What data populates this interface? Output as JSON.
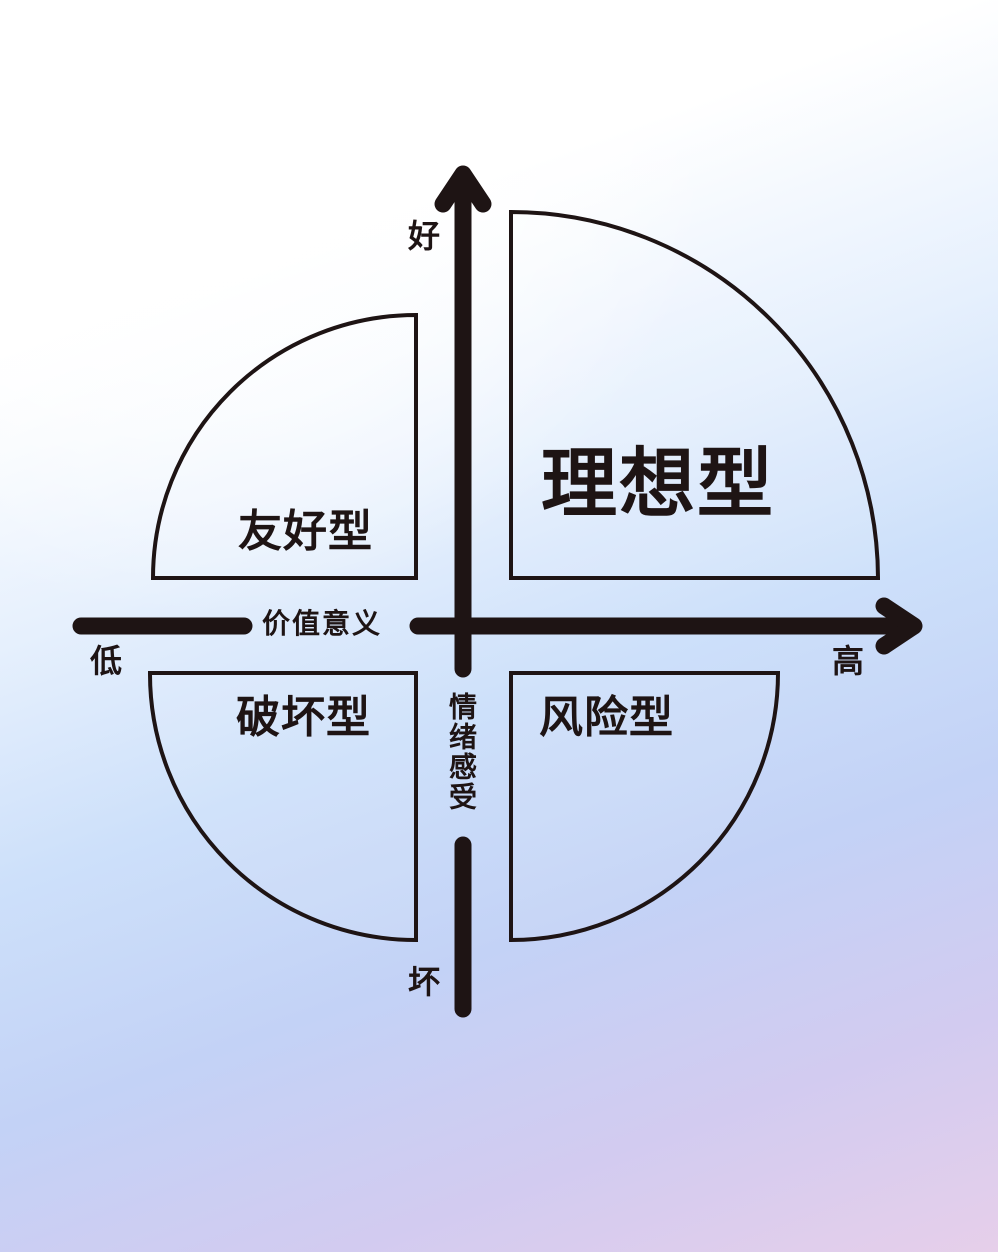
{
  "diagram": {
    "title": "",
    "colors": {
      "ink": "#1e1414",
      "bg_top": "#ffffff",
      "bg_mid": "#cde0fa",
      "bg_bottom_right": "#e6cfea"
    },
    "axes": {
      "horizontal": {
        "name": "价值意义",
        "low_label": "低",
        "high_label": "高"
      },
      "vertical": {
        "name": "情绪感受",
        "high_label": "好",
        "low_label": "坏"
      }
    },
    "quadrants": {
      "top_right": "理想型",
      "top_left": "友好型",
      "bottom_left": "破坏型",
      "bottom_right": "风险型"
    }
  },
  "chart_data": {
    "type": "quadrant",
    "title": "",
    "xlabel": "价值意义",
    "ylabel": "情绪感受",
    "x_range_labels": [
      "低",
      "高"
    ],
    "y_range_labels": [
      "坏",
      "好"
    ],
    "quadrants": [
      {
        "position": "top-right",
        "label": "理想型",
        "x": "高",
        "y": "好",
        "relative_size": "large"
      },
      {
        "position": "top-left",
        "label": "友好型",
        "x": "低",
        "y": "好",
        "relative_size": "medium"
      },
      {
        "position": "bottom-left",
        "label": "破坏型",
        "x": "低",
        "y": "坏",
        "relative_size": "medium"
      },
      {
        "position": "bottom-right",
        "label": "风险型",
        "x": "高",
        "y": "坏",
        "relative_size": "medium"
      }
    ]
  }
}
